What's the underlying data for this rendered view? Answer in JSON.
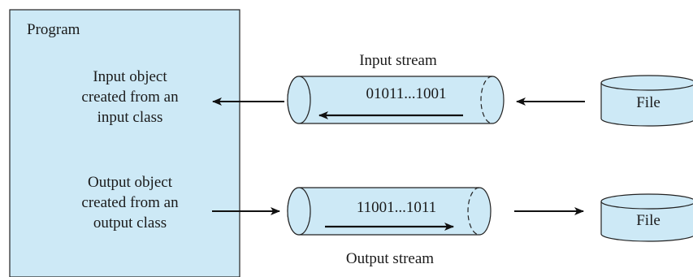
{
  "program": {
    "title": "Program",
    "input_object": "Input object\ncreated from an\ninput class",
    "output_object": "Output object\ncreated from an\noutput class"
  },
  "input_stream": {
    "label": "Input stream",
    "bits": "01011...1001"
  },
  "output_stream": {
    "label": "Output stream",
    "bits": "11001...1011"
  },
  "files": {
    "input_file": "File",
    "output_file": "File"
  },
  "colors": {
    "fill": "#cde9f6",
    "stroke": "#222222",
    "arrow": "#111111"
  }
}
